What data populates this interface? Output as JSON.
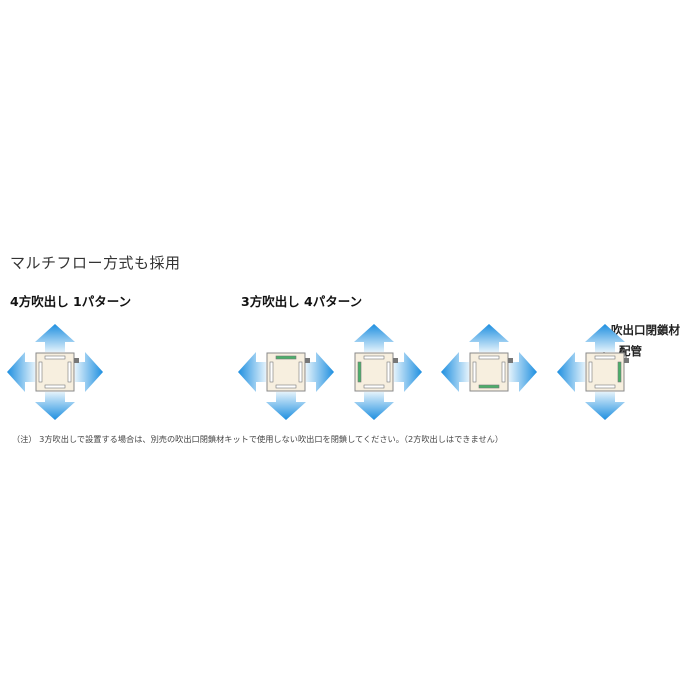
{
  "title": "マルチフロー方式も採用",
  "section_four_way": {
    "heading": "4方吹出し 1パターン"
  },
  "section_three_way": {
    "heading": "3方吹出し 4パターン"
  },
  "callouts": {
    "closing_material": "吹出口閉鎖材",
    "piping": "配管"
  },
  "note": "（注） 3方吹出しで設置する場合は、別売の吹出口閉鎖材キットで使用しない吹出口を閉鎖してください。（2方吹出しはできません）",
  "colors": {
    "arrow_dark": "#1e8fe0",
    "arrow_light": "#e3f2fb",
    "panel": "#f7efdf",
    "closed_vent": "#4caf6a",
    "pipe": "#777777"
  },
  "units": [
    {
      "id": "four-way",
      "closed_side": "none"
    },
    {
      "id": "three-way-1",
      "closed_side": "top"
    },
    {
      "id": "three-way-2",
      "closed_side": "left"
    },
    {
      "id": "three-way-3",
      "closed_side": "bottom"
    },
    {
      "id": "three-way-4",
      "closed_side": "right"
    }
  ]
}
